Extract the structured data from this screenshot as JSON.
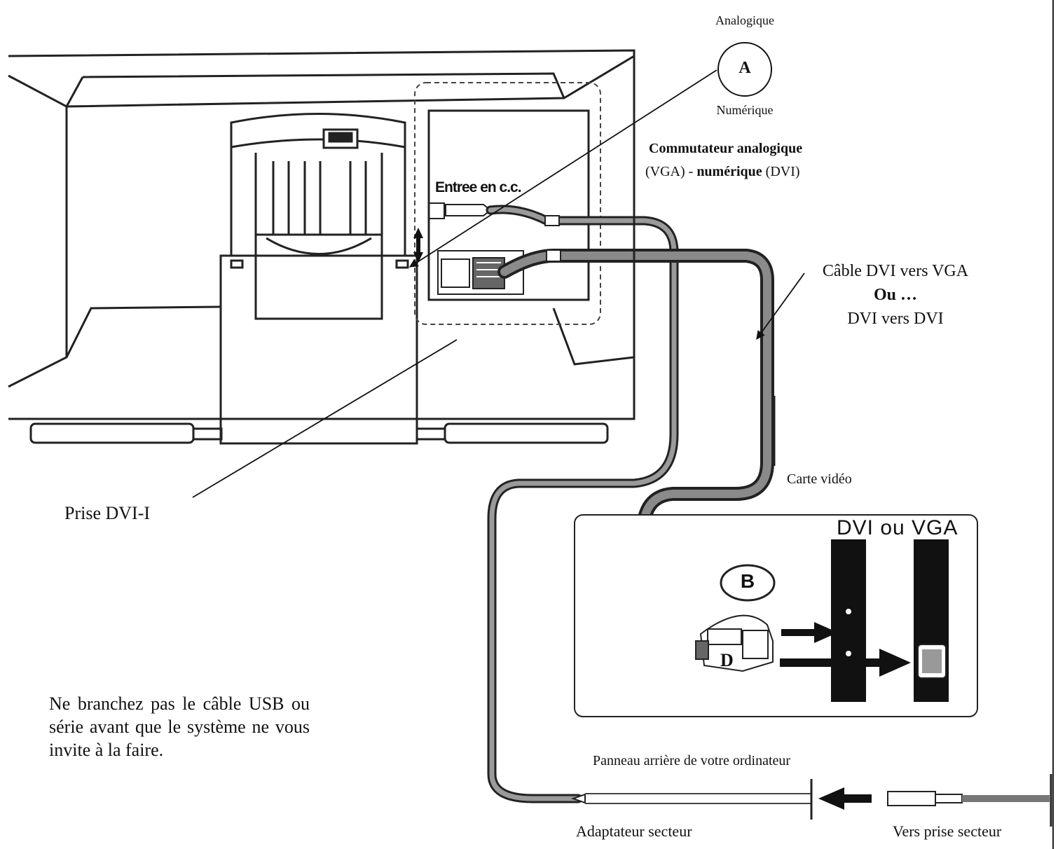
{
  "switch": {
    "top_label": "Analogique",
    "badge": "A",
    "bottom_label": "Numérique",
    "title_bold": "Commutateur analogique",
    "line2_a": "(VGA) - ",
    "line2_bold": "numérique",
    "line2_b": " (DVI)"
  },
  "monitor": {
    "dc_input_label": "Entree en c.c."
  },
  "cable": {
    "line1": "Câble DVI vers VGA",
    "line2": "Ou …",
    "line3": "DVI vers DVI"
  },
  "dvi_socket_label": "Prise DVI-I",
  "video_card": {
    "label": "Carte vidéo",
    "ports_title": "DVI ou VGA",
    "badge_b": "B",
    "badge_d": "D"
  },
  "usb_note": "Ne branchez pas le câble USB ou série avant que le système ne vous invite à la faire.",
  "rear_panel_label": "Panneau arrière de votre ordinateur",
  "power": {
    "adapter_label": "Adaptateur secteur",
    "outlet_label": "Vers prise secteur"
  }
}
